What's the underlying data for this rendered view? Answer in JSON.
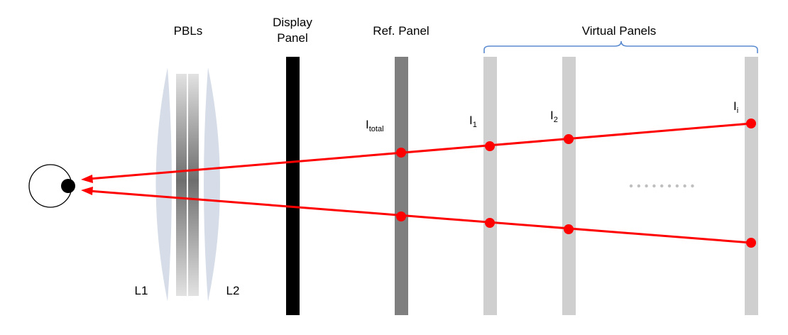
{
  "labels": {
    "pbls": "PBLs",
    "display_line1": "Display",
    "display_line2": "Panel",
    "ref_panel": "Ref. Panel",
    "virtual_panels": "Virtual Panels",
    "l1": "L1",
    "l2": "L2"
  },
  "intensity_labels": {
    "total": {
      "main": "I",
      "sub": "total"
    },
    "i1": {
      "main": "I",
      "sub": "1"
    },
    "i2": {
      "main": "I",
      "sub": "2"
    },
    "ii": {
      "main": "I",
      "sub": "i"
    }
  },
  "colors": {
    "ray": "#ff0000",
    "lens": "#d6dde8",
    "display_panel": "#000000",
    "ref_panel": "#7f7f7f",
    "virtual_panel": "#cfcfcf",
    "bracket": "#5b8bd0",
    "ellipsis": "#bfbfbf",
    "eye_pupil": "#000000"
  },
  "ellipsis_dot_count": 9
}
